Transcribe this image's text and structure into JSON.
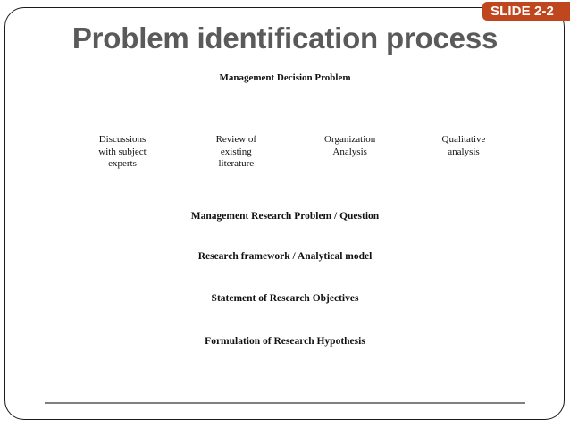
{
  "slide": {
    "title": "Problem identification process",
    "badge_label": "SLIDE 2-2",
    "badge_color": "#C0461E",
    "badge_text_color": "#FFFFFF",
    "title_color": "#5A5A5A",
    "background_color": "#FFFFFF",
    "frame_border_color": "#1A1A1A",
    "rule_color": "#808080"
  },
  "diagram": {
    "top_node": "Management Decision Problem",
    "branches": [
      {
        "label": "Discussions\nwith subject\nexperts"
      },
      {
        "label": "Review of\nexisting\nliterature"
      },
      {
        "label": "Organization\nAnalysis"
      },
      {
        "label": "Qualitative\nanalysis"
      }
    ],
    "stack": [
      {
        "label": "Management Research Problem / Question"
      },
      {
        "label": "Research framework / Analytical model"
      },
      {
        "label": "Statement of Research Objectives"
      },
      {
        "label": "Formulation of Research Hypothesis"
      }
    ]
  }
}
